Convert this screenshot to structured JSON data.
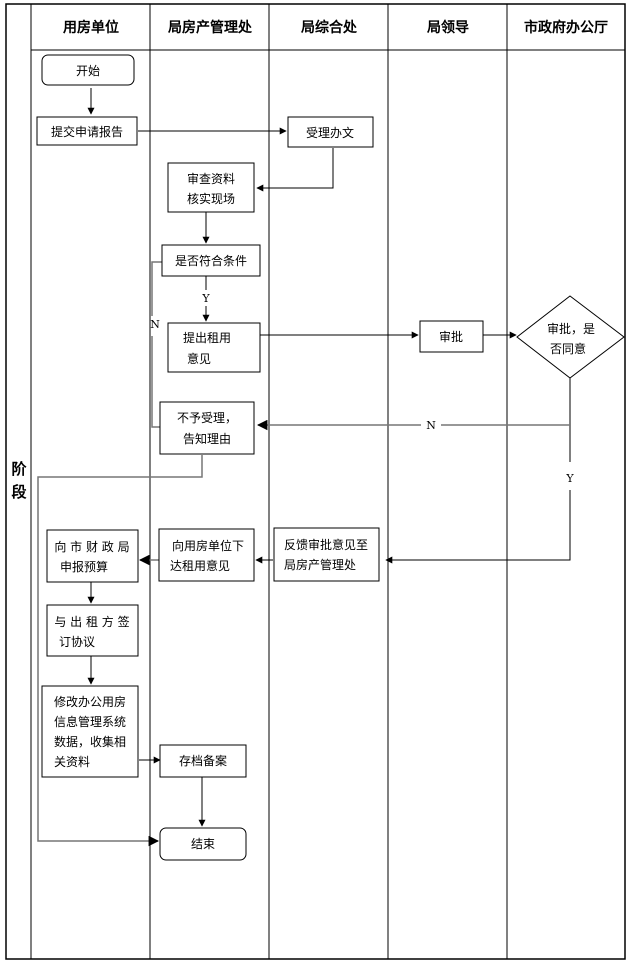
{
  "diagram": {
    "stage_label": [
      "阶",
      "段"
    ],
    "lanes": [
      {
        "id": "unit",
        "title": "用房单位"
      },
      {
        "id": "property",
        "title": "局房产管理处"
      },
      {
        "id": "general",
        "title": "局综合处"
      },
      {
        "id": "leader",
        "title": "局领导"
      },
      {
        "id": "city",
        "title": "市政府办公厅"
      }
    ],
    "nodes": [
      {
        "id": "start",
        "shape": "terminal",
        "lines": [
          "开始"
        ]
      },
      {
        "id": "submit",
        "shape": "process",
        "lines": [
          "提交申请报告"
        ]
      },
      {
        "id": "accept",
        "shape": "process",
        "lines": [
          "受理办文"
        ]
      },
      {
        "id": "review",
        "shape": "process",
        "lines": [
          "审查资料",
          "核实现场"
        ]
      },
      {
        "id": "qualify",
        "shape": "process",
        "lines": [
          "是否符合条件"
        ]
      },
      {
        "id": "propose",
        "shape": "process",
        "lines": [
          "提出租用",
          "意见"
        ]
      },
      {
        "id": "approve",
        "shape": "process",
        "lines": [
          "审批"
        ]
      },
      {
        "id": "cityapprove",
        "shape": "decision",
        "lines": [
          "审批，是",
          "否同意"
        ]
      },
      {
        "id": "reject",
        "shape": "process",
        "lines": [
          "不予受理，",
          "告知理由"
        ]
      },
      {
        "id": "feedback",
        "shape": "process",
        "lines": [
          "反馈审批意见至",
          "局房产管理处"
        ]
      },
      {
        "id": "issue",
        "shape": "process",
        "lines": [
          "向用房单位下",
          "达租用意见"
        ]
      },
      {
        "id": "budget",
        "shape": "process",
        "lines": [
          "向 市 财 政 局",
          "申报预算"
        ]
      },
      {
        "id": "sign",
        "shape": "process",
        "lines": [
          "与 出 租 方 签",
          "订协议"
        ]
      },
      {
        "id": "update",
        "shape": "process",
        "lines": [
          "修改办公用房",
          "信息管理系统",
          "数据，收集相",
          "关资料"
        ]
      },
      {
        "id": "archive",
        "shape": "process",
        "lines": [
          "存档备案"
        ]
      },
      {
        "id": "end",
        "shape": "terminal",
        "lines": [
          "结束"
        ]
      }
    ],
    "edges": [
      {
        "from": "start",
        "to": "submit"
      },
      {
        "from": "submit",
        "to": "accept"
      },
      {
        "from": "accept",
        "to": "review"
      },
      {
        "from": "review",
        "to": "qualify"
      },
      {
        "from": "qualify",
        "to": "propose",
        "label": "Y"
      },
      {
        "from": "qualify",
        "to": "reject",
        "label": "N"
      },
      {
        "from": "propose",
        "to": "approve"
      },
      {
        "from": "approve",
        "to": "cityapprove"
      },
      {
        "from": "cityapprove",
        "to": "reject",
        "label": "N"
      },
      {
        "from": "cityapprove",
        "to": "feedback",
        "label": "Y"
      },
      {
        "from": "feedback",
        "to": "issue"
      },
      {
        "from": "issue",
        "to": "budget"
      },
      {
        "from": "budget",
        "to": "sign"
      },
      {
        "from": "sign",
        "to": "update"
      },
      {
        "from": "update",
        "to": "archive"
      },
      {
        "from": "archive",
        "to": "end"
      },
      {
        "from": "reject",
        "to": "end"
      }
    ]
  }
}
